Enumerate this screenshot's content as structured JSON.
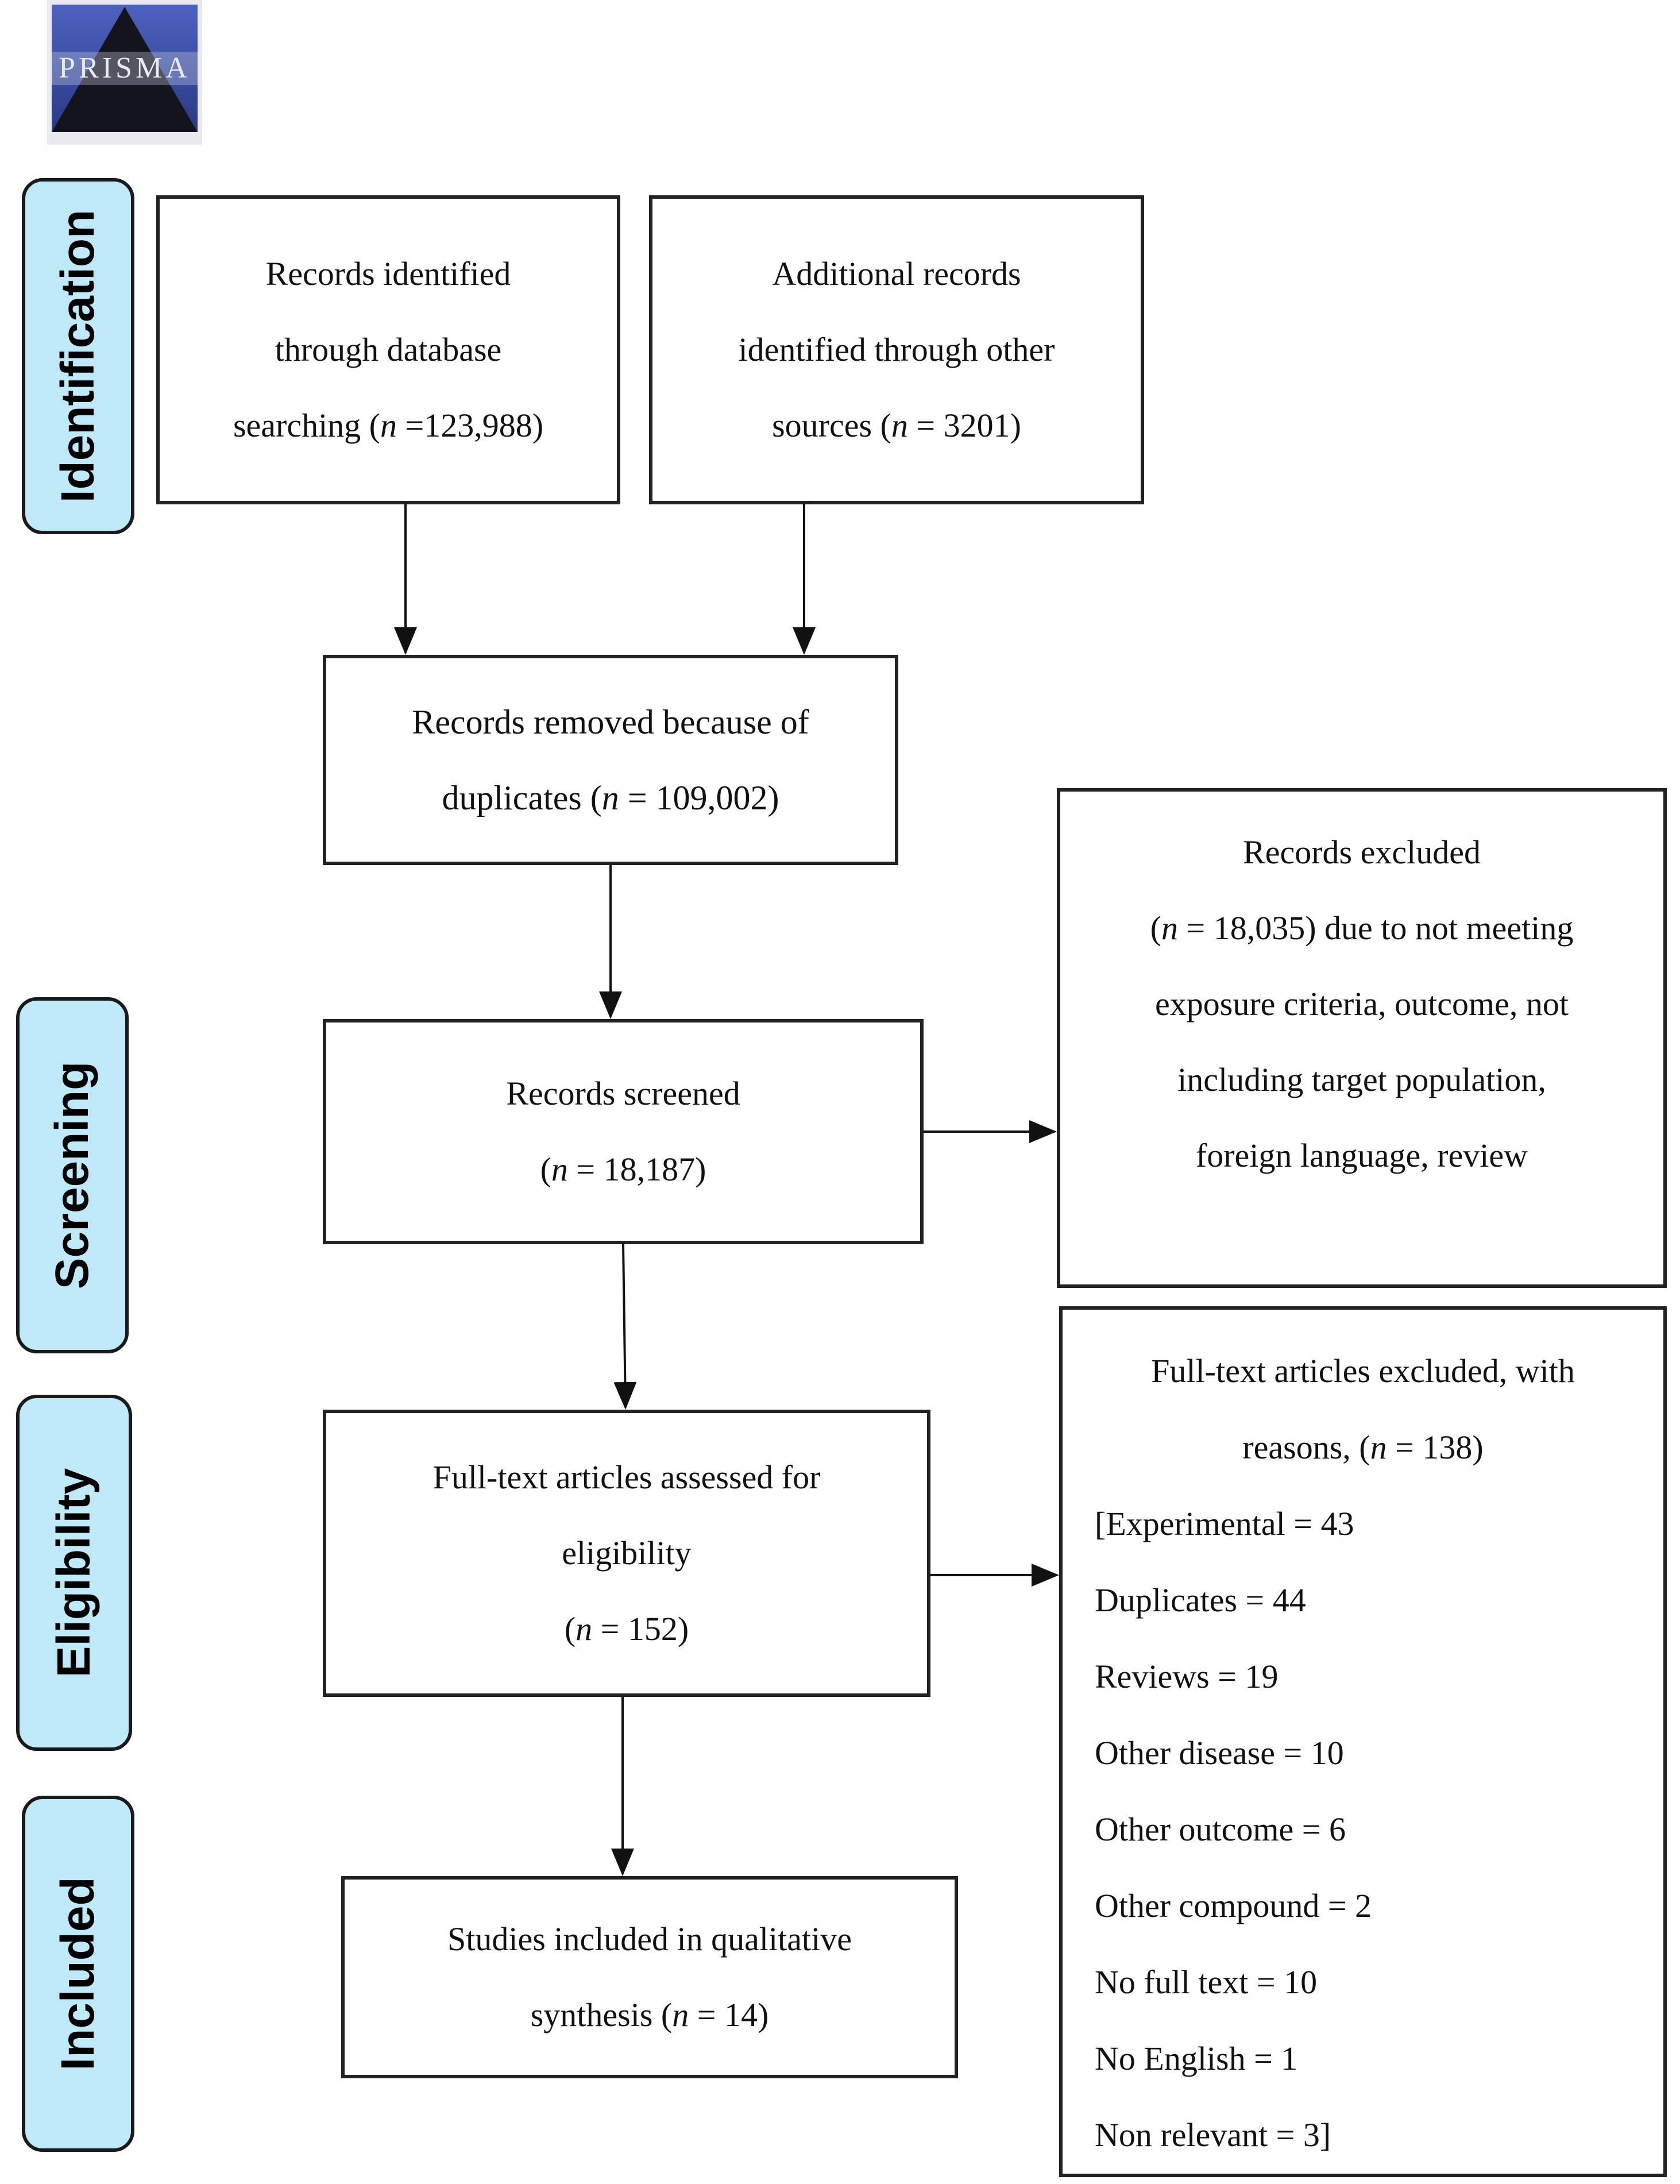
{
  "logo": {
    "text": "PRISMA"
  },
  "stages": {
    "identification": "Identification",
    "screening": "Screening",
    "eligibility": "Eligibility",
    "included": "Included"
  },
  "boxes": {
    "database_search": {
      "line1": "Records identified",
      "line2": "through database",
      "line3_pre": "searching (",
      "n": "n",
      "line3_post": " =123,988)"
    },
    "other_sources": {
      "line1": "Additional records",
      "line2": "identified through other",
      "line3_pre": "sources (",
      "n": "n",
      "line3_post": " = 3201)"
    },
    "duplicates": {
      "line1": "Records removed because of",
      "line2_pre": "duplicates (",
      "n": "n",
      "line2_post": " = 109,002)"
    },
    "screened": {
      "line1": "Records screened",
      "line2_pre": "(",
      "n": "n",
      "line2_post": " = 18,187)"
    },
    "records_excluded": {
      "line1": "Records excluded",
      "line2_pre": "(",
      "n": "n",
      "line2_post": " = 18,035) due to not meeting",
      "line3": "exposure criteria, outcome, not",
      "line4": "including target population,",
      "line5": "foreign language, review"
    },
    "full_text_assessed": {
      "line1": "Full-text articles assessed for",
      "line2": "eligibility",
      "line3_pre": "(",
      "n": "n",
      "line3_post": " = 152)"
    },
    "full_text_excluded": {
      "line1": "Full-text articles excluded, with",
      "line2_pre": "reasons, (",
      "n": "n",
      "line2_post": " = 138)",
      "reasons": [
        "[Experimental = 43",
        "Duplicates = 44",
        "Reviews = 19",
        "Other disease = 10",
        "Other outcome = 6",
        "Other compound = 2",
        "No full text = 10",
        "No English = 1",
        "Non relevant = 3]"
      ]
    },
    "included": {
      "line1": "Studies included in qualitative",
      "line2_pre": "synthesis (",
      "n": "n",
      "line2_post": " = 14)"
    }
  },
  "colors": {
    "stage_fill": "#bfe9f8",
    "border": "#222222",
    "logo_blue": "#3a4fa8",
    "logo_dark": "#14141e"
  }
}
